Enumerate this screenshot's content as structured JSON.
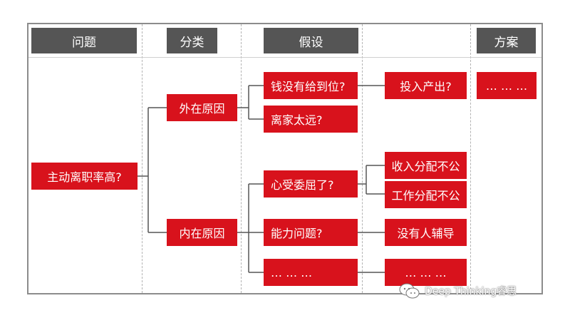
{
  "headers": {
    "problem": "问题",
    "category": "分类",
    "hypothesis": "假设",
    "solution": "方案"
  },
  "nodes": {
    "root": "主动离职率高?",
    "external": "外在原因",
    "internal": "内在原因",
    "money": "钱没有给到位?",
    "distance": "离家太远?",
    "wronged": "心受委屈了?",
    "ability": "能力问题?",
    "more_hyp": "… … …",
    "input_output": "投入产出?",
    "income_unfair": "收入分配不公",
    "work_unfair": "工作分配不公",
    "no_mentor": "没有人辅导",
    "more_sub": "… … …",
    "solution_more": "… … …"
  },
  "watermark": {
    "text": "Deep Thinking睿思",
    "icon": "wechat-icon"
  },
  "colors": {
    "node_red": "#d8121c",
    "header_gray": "#555555"
  }
}
